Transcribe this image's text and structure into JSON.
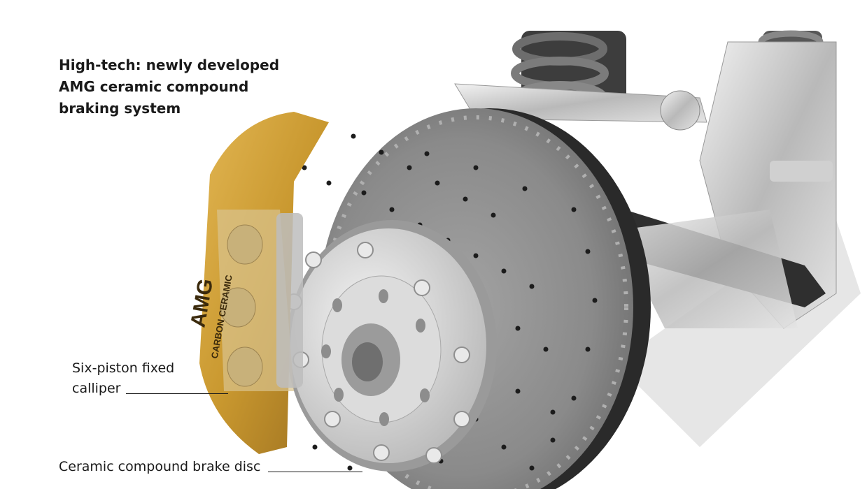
{
  "title_lines": [
    "High-tech: newly developed",
    "AMG ceramic compound",
    "braking system"
  ],
  "labels": {
    "calliper_line1": "Six-piston fixed",
    "calliper_line2": "calliper",
    "disc": "Ceramic compound brake disc"
  },
  "calliper_logo_text": [
    "AMG",
    "CARBON CERAMIC"
  ],
  "colors": {
    "calliper_gold": "#c9982f",
    "disc_grey": "#8a8a8a",
    "hub_silver": "#cfcfcf",
    "text": "#1a1a1a"
  }
}
